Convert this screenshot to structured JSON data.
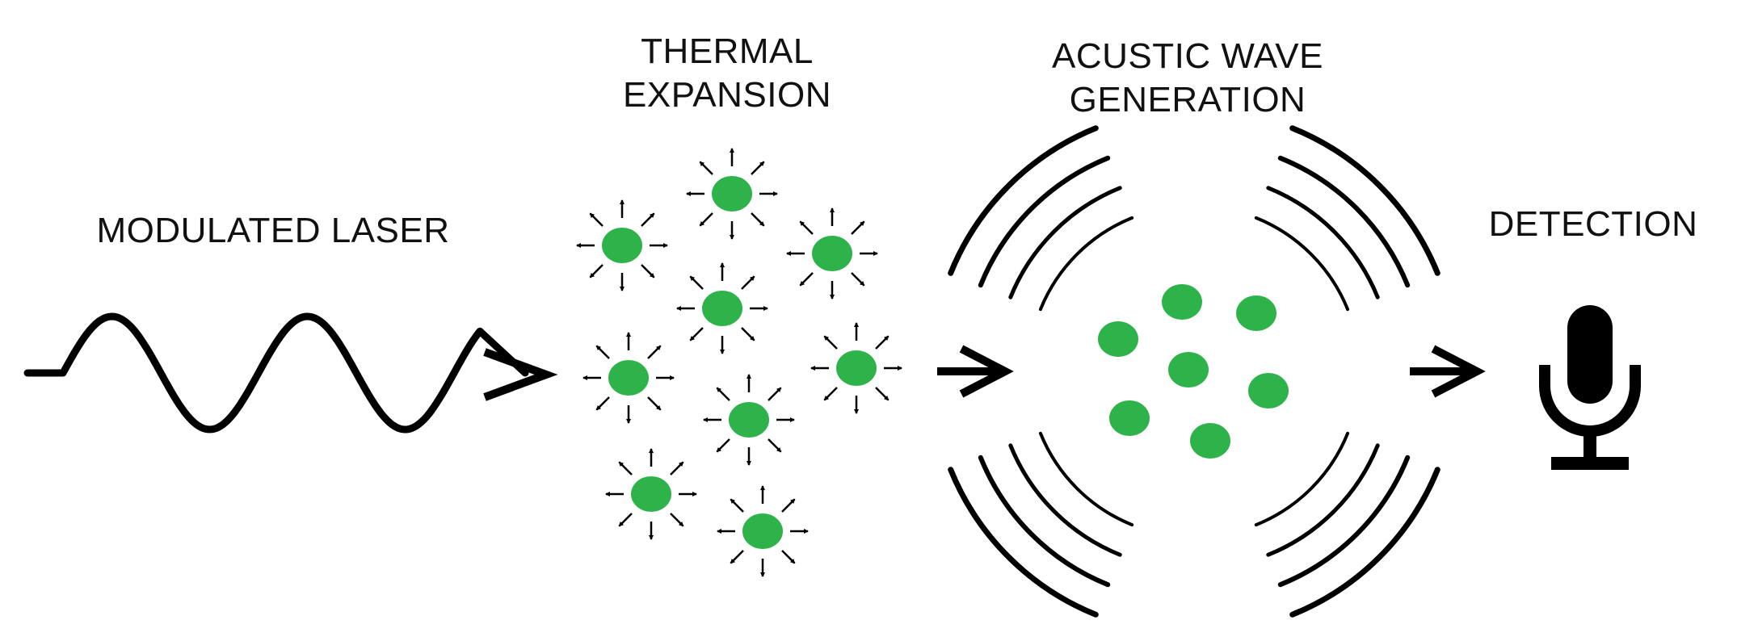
{
  "labels": {
    "modulated_laser": "MODULATED LASER",
    "thermal_line1": "THERMAL",
    "thermal_line2": "EXPANSION",
    "acoustic_line1": "ACUSTIC WAVE",
    "acoustic_line2": "GENERATION",
    "detection": "DETECTION"
  },
  "colors": {
    "particle": "#2db34a",
    "ink": "#000000"
  },
  "icons": [
    "sine-wave-icon",
    "arrow-right-icon",
    "expansion-arrow-icon",
    "sound-wave-arc-icon",
    "microphone-icon"
  ]
}
